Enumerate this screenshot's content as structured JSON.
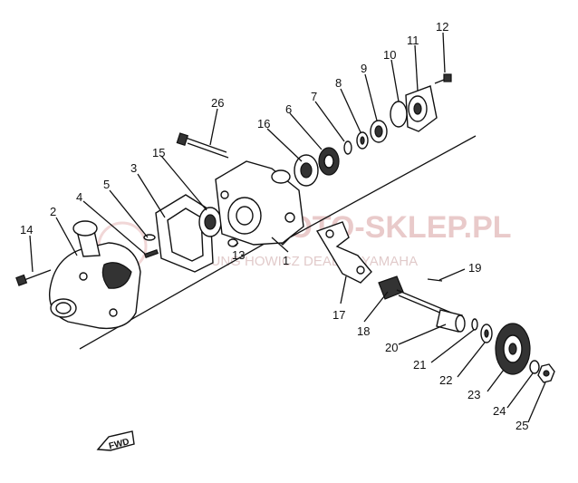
{
  "watermark": {
    "logo_text": "MOTO-SKLEP.PL",
    "dealer_text": "JUNG HOWICZ DEALER YAMAHA"
  },
  "direction_badge": {
    "label": "FWD"
  },
  "callouts": [
    {
      "id": "c1",
      "label": "1"
    },
    {
      "id": "c2",
      "label": "2"
    },
    {
      "id": "c3",
      "label": "3"
    },
    {
      "id": "c4",
      "label": "4"
    },
    {
      "id": "c5",
      "label": "5"
    },
    {
      "id": "c6",
      "label": "6"
    },
    {
      "id": "c7",
      "label": "7"
    },
    {
      "id": "c8",
      "label": "8"
    },
    {
      "id": "c9",
      "label": "9"
    },
    {
      "id": "c10",
      "label": "10"
    },
    {
      "id": "c11",
      "label": "11"
    },
    {
      "id": "c12",
      "label": "12"
    },
    {
      "id": "c13",
      "label": "13"
    },
    {
      "id": "c14",
      "label": "14"
    },
    {
      "id": "c15",
      "label": "15"
    },
    {
      "id": "c16",
      "label": "16"
    },
    {
      "id": "c17",
      "label": "17"
    },
    {
      "id": "c18",
      "label": "18"
    },
    {
      "id": "c19",
      "label": "19"
    },
    {
      "id": "c20",
      "label": "20"
    },
    {
      "id": "c21",
      "label": "21"
    },
    {
      "id": "c22",
      "label": "22"
    },
    {
      "id": "c23",
      "label": "23"
    },
    {
      "id": "c24",
      "label": "24"
    },
    {
      "id": "c25",
      "label": "25"
    },
    {
      "id": "c26",
      "label": "26"
    }
  ]
}
